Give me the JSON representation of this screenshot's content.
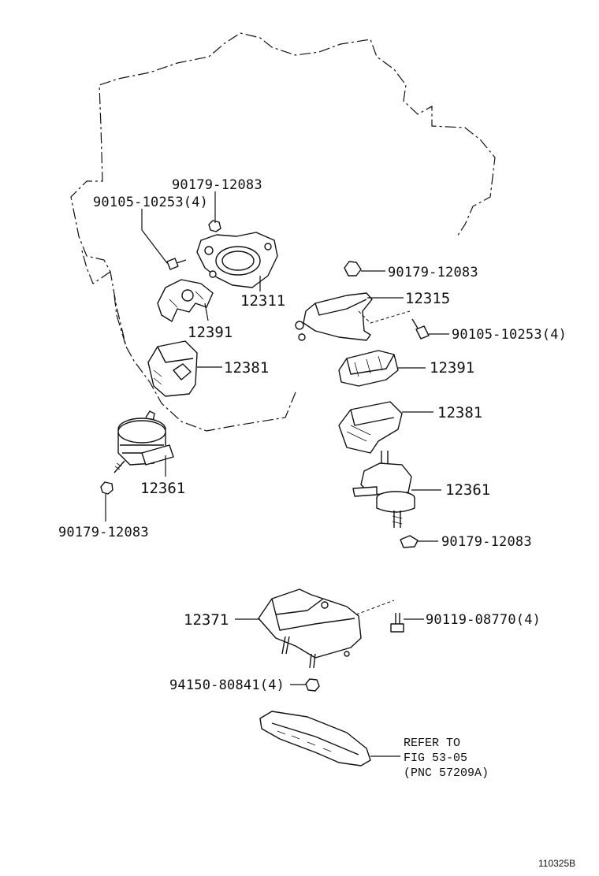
{
  "labels": {
    "bolt_90105_10253_left": "90105-10253(4)",
    "nut_90179_12083_top": "90179-12083",
    "part_12311": "12311",
    "part_12391_left": "12391",
    "part_12381_left": "12381",
    "part_12361_left": "12361",
    "nut_90179_12083_left_bottom": "90179-12083",
    "nut_90179_12083_right_top": "90179-12083",
    "part_12315": "12315",
    "bolt_90105_10253_right": "90105-10253(4)",
    "part_12391_right": "12391",
    "part_12381_right": "12381",
    "part_12361_right": "12361",
    "nut_90179_12083_right_bottom": "90179-12083",
    "part_12371": "12371",
    "bolt_90119_08770": "90119-08770(4)",
    "nut_94150_80841": "94150-80841(4)",
    "refer_line1": "REFER TO",
    "refer_line2": "FIG 53-05",
    "refer_line3": "(PNC 57209A)",
    "figure_number": "110325B"
  }
}
